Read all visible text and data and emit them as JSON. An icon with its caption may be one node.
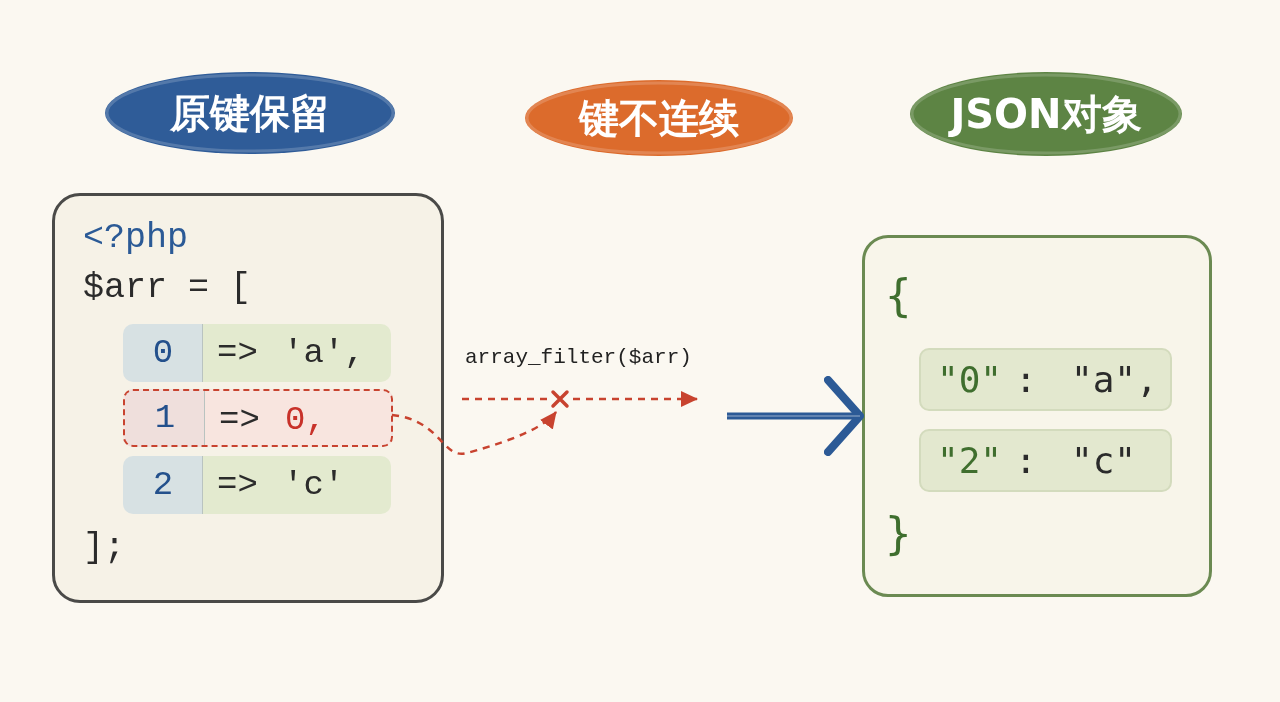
{
  "diagram": {
    "nodes": [
      {
        "text": [
          "原键保留"
        ]
      },
      {
        "text": [
          "键不连续"
        ]
      },
      {
        "text": [
          "JSON对象"
        ]
      },
      {
        "text": [
          "<?php",
          "$arr = [",
          "];"
        ]
      },
      {
        "text": [
          "0",
          "=>",
          "'a',"
        ],
        "in": 3
      },
      {
        "text": [
          "1",
          "=>",
          "0,"
        ],
        "in": 3
      },
      {
        "text": [
          "2",
          "=>",
          "'c'"
        ],
        "in": 3
      },
      {
        "text": [],
        "shape": "cross"
      },
      {
        "text": [
          "{",
          "}"
        ]
      },
      {
        "text": [
          "\"0\"",
          ":",
          "\"a\","
        ],
        "in": 8
      },
      {
        "text": [
          "\"2\"",
          ":",
          "\"c\""
        ],
        "in": 8
      }
    ],
    "edges": [
      {
        "from": 5,
        "to": 7,
        "arrow": "to",
        "style": "dashed",
        "color": "#c8432f"
      },
      {
        "from": null,
        "to": 7,
        "arrow": "none",
        "style": "dashed",
        "color": "#c8432f"
      },
      {
        "from": 7,
        "to": null,
        "arrow": "to",
        "style": "dashed",
        "color": "#c8432f"
      },
      {
        "from": null,
        "to": 8,
        "arrow": "to",
        "style": "thick",
        "color": "#2c5a96"
      }
    ],
    "labels": [
      "array_filter($arr)"
    ]
  }
}
